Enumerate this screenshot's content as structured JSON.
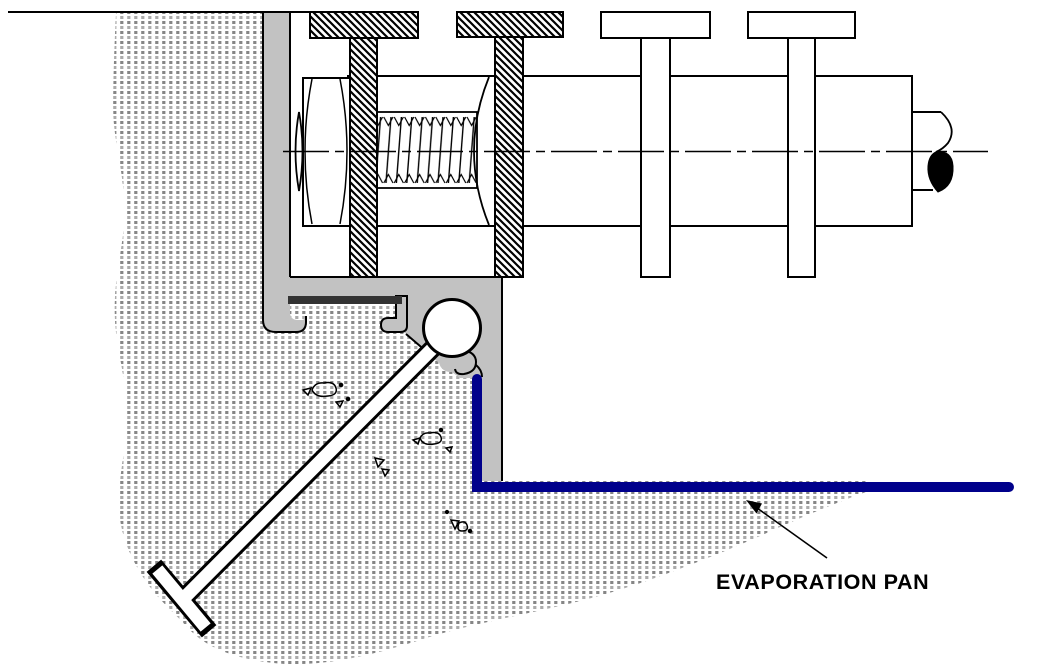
{
  "drawing": {
    "type": "technical-section-detail",
    "annotation": {
      "label": "EVAPORATION PAN"
    },
    "colors": {
      "pan_blue": "#00008B",
      "profile_gray": "#C2C2C2",
      "gasket_dark": "#333333",
      "line_black": "#000000",
      "stipple_dark": "#868686",
      "stipple_light": "#ABABAB"
    },
    "components": {
      "stipple_region": "concrete-or-insulation-fill",
      "frame_profile": "gray-extrusion-frame",
      "fasteners": "bolt-with-hex-nut-and-threads",
      "rails": "t-shaped-anchor-rails",
      "shaft": "horizontal-cylinder-with-break-symbol",
      "support": "diagonal-rod-with-ball-joint",
      "pan": "evaporation-pan-liner"
    }
  }
}
